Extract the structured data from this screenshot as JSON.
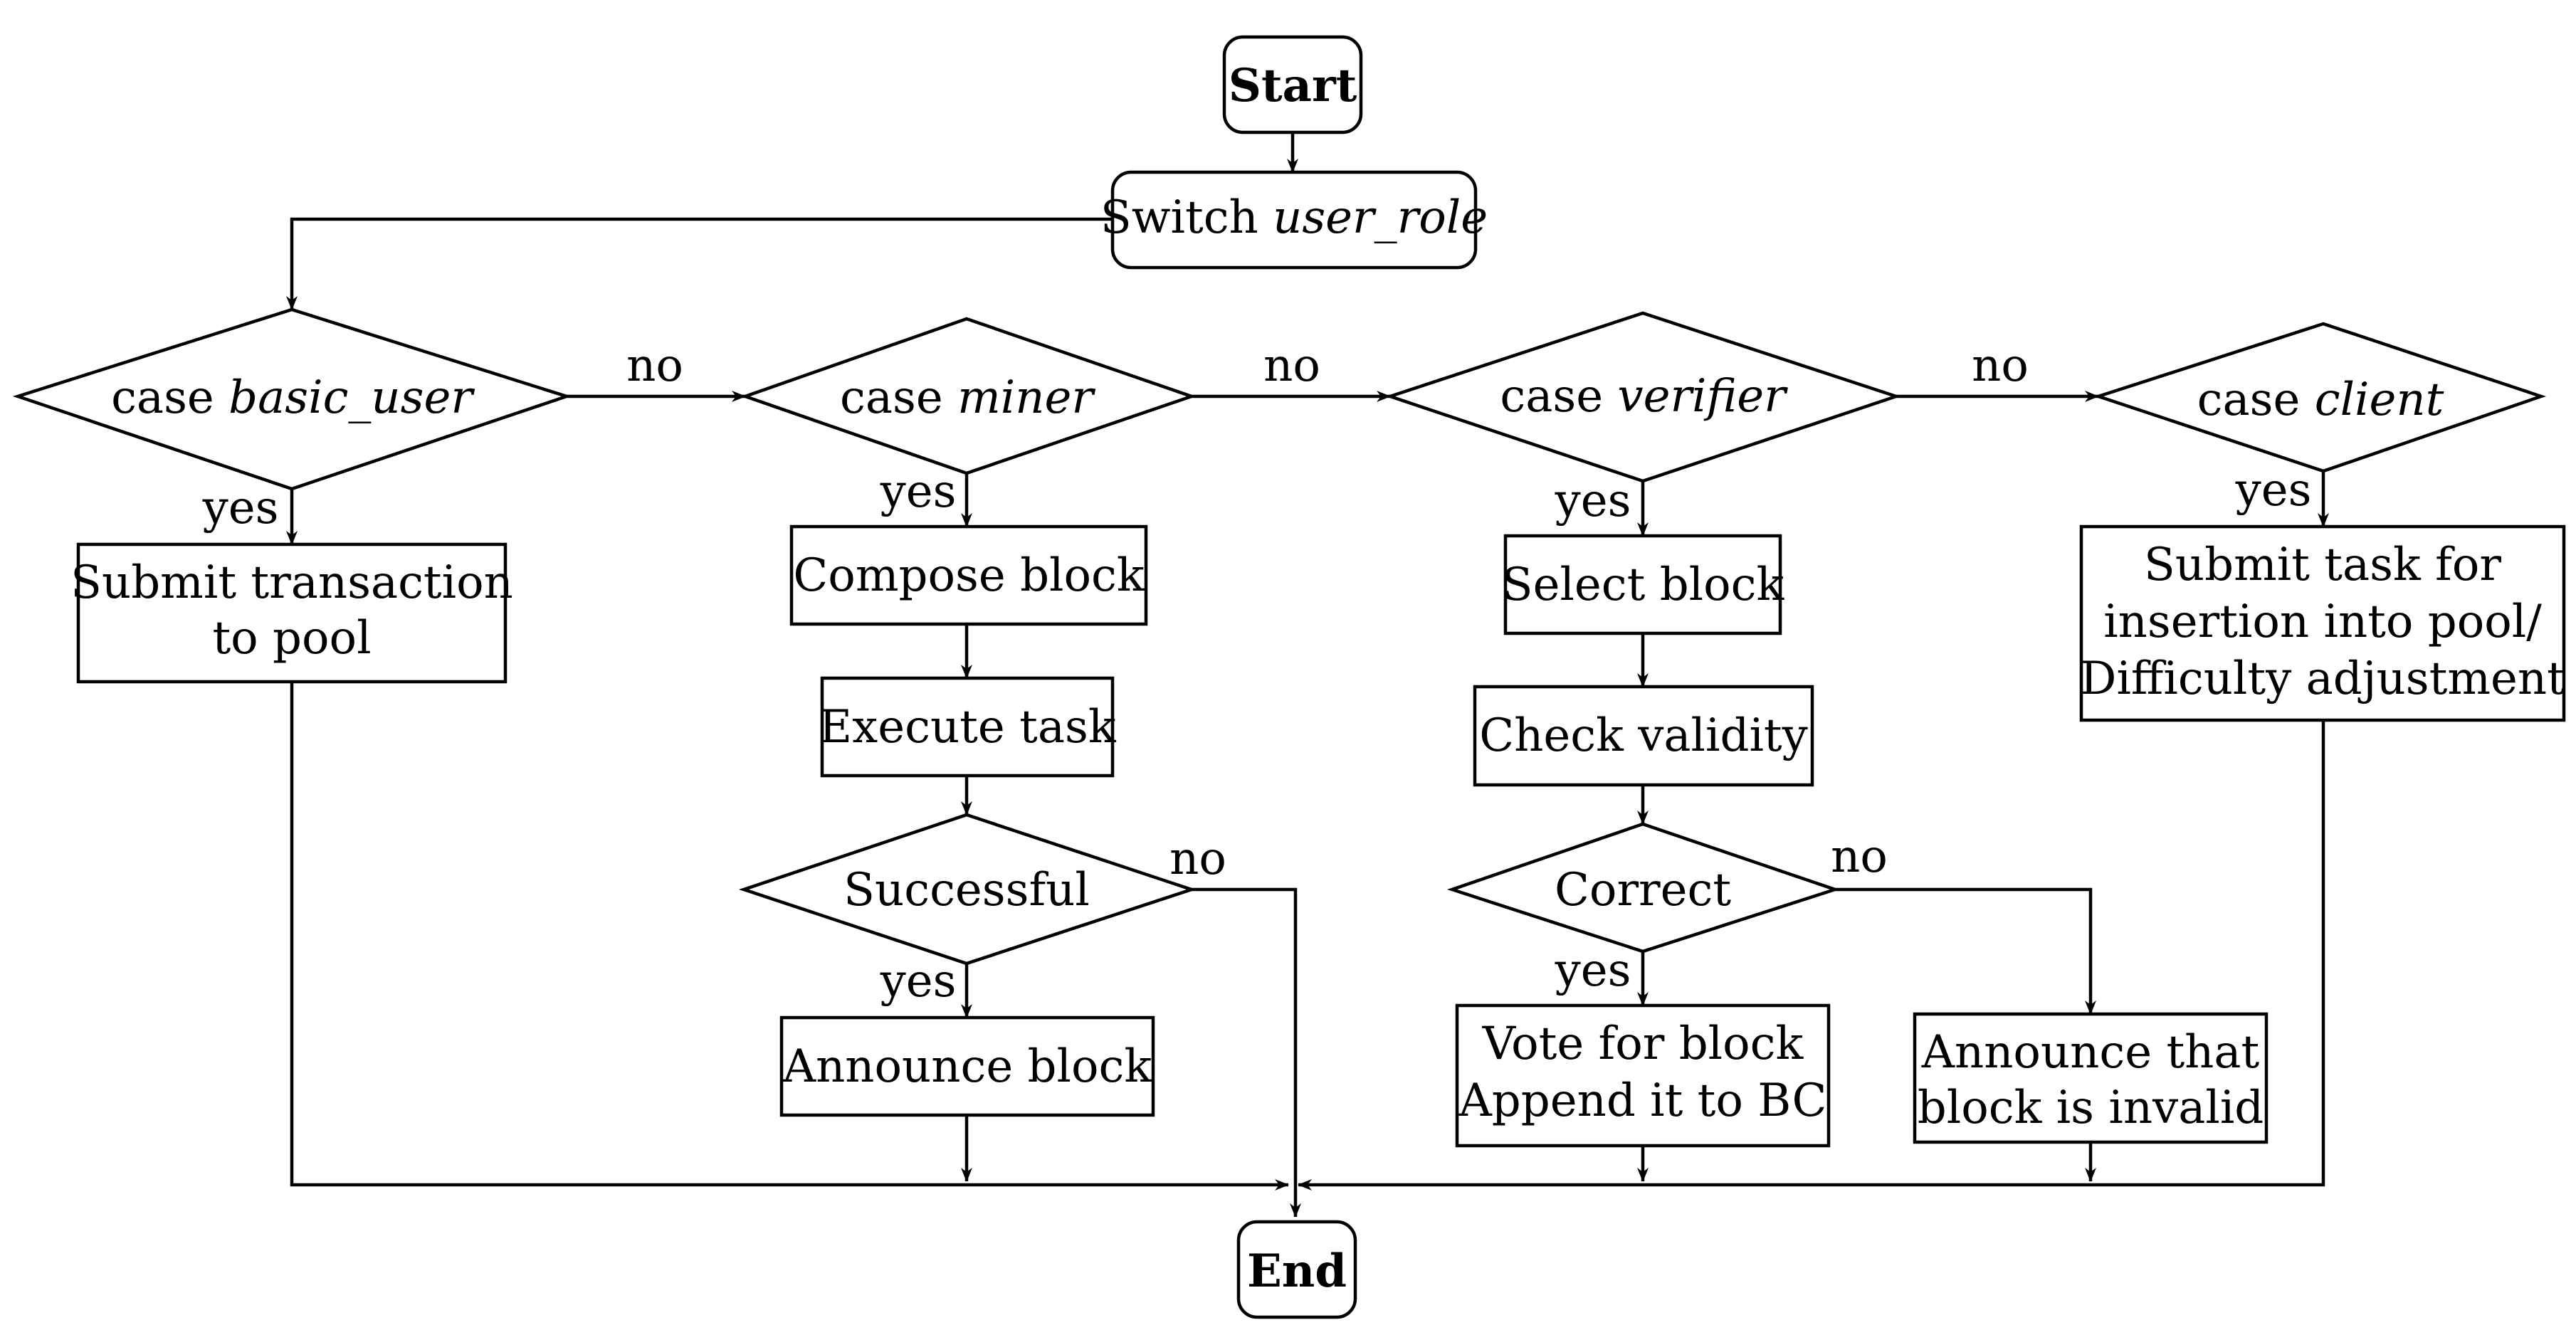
{
  "nodes": {
    "start": "Start",
    "switch": {
      "prefix": "Switch ",
      "var": "user_role"
    },
    "case_basic": {
      "prefix": "case ",
      "var": "basic_user"
    },
    "case_miner": {
      "prefix": "case ",
      "var": "miner"
    },
    "case_verifier": {
      "prefix": "case ",
      "var": "verifier"
    },
    "case_client": {
      "prefix": "case ",
      "var": "client"
    },
    "submit_tx": [
      "Submit transaction",
      "to pool"
    ],
    "compose": "Compose block",
    "execute": "Execute task",
    "successful": "Successful",
    "announce_block": "Announce block",
    "select": "Select block",
    "check": "Check validity",
    "correct": "Correct",
    "vote": [
      "Vote for block",
      "Append it to BC"
    ],
    "announce_invalid": [
      "Announce that",
      "block is invalid"
    ],
    "submit_task": [
      "Submit task for",
      "insertion into pool/",
      "Difficulty adjustment"
    ],
    "end": "End"
  },
  "edge_labels": {
    "no": "no",
    "yes": "yes"
  }
}
